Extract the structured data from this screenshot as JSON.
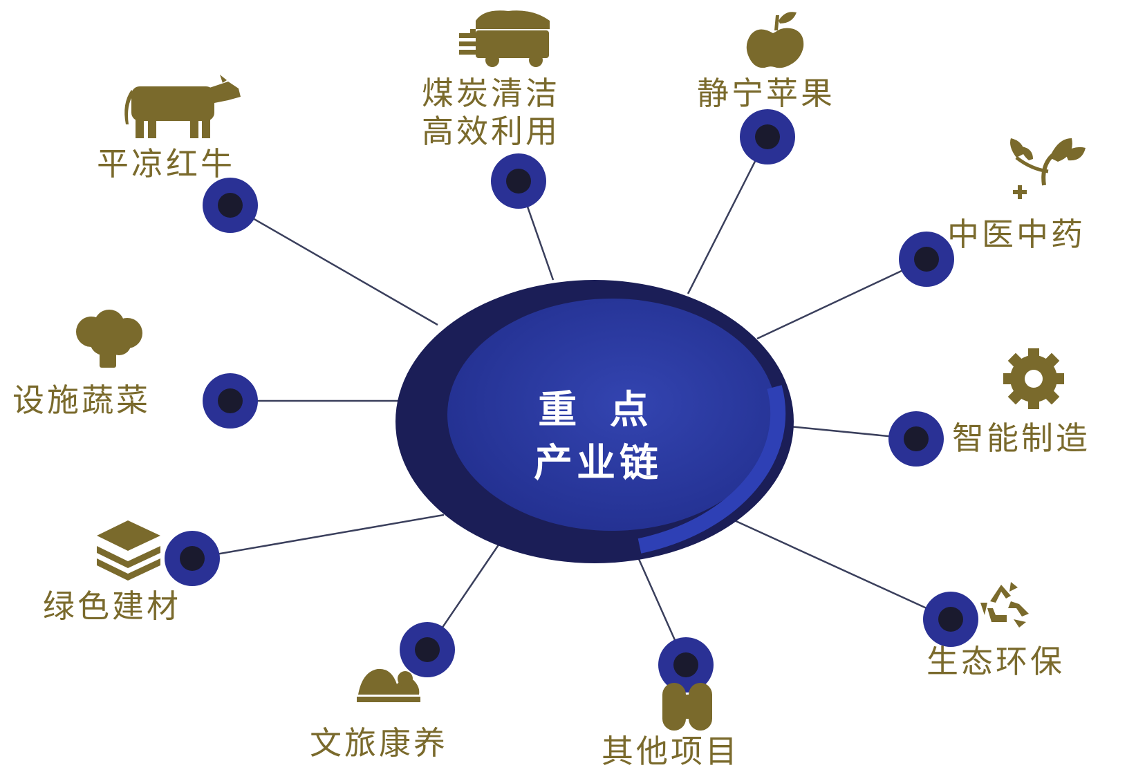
{
  "center": {
    "line1": "重 点",
    "line2": "产业链"
  },
  "colors": {
    "gold": "#7a6a2c",
    "navy_outer": "#1b1e57",
    "navy_inner": "#2b39a0",
    "node_ring": "#2a3195",
    "node_core": "#1a1a2e"
  },
  "nodes": [
    {
      "label": "平凉红牛",
      "icon": "cow-icon"
    },
    {
      "label_line1": "煤炭清洁",
      "label_line2": "高效利用",
      "icon": "truck-icon"
    },
    {
      "label": "静宁苹果",
      "icon": "apple-icon"
    },
    {
      "label": "中医中药",
      "icon": "herb-icon"
    },
    {
      "label": "智能制造",
      "icon": "gear-icon"
    },
    {
      "label": "生态环保",
      "icon": "recycle-icon"
    },
    {
      "label": "其他项目",
      "icon": "clover-icon"
    },
    {
      "label": "文旅康养",
      "icon": "mountain-icon"
    },
    {
      "label": "绿色建材",
      "icon": "layers-icon"
    },
    {
      "label": "设施蔬菜",
      "icon": "broccoli-icon"
    }
  ]
}
